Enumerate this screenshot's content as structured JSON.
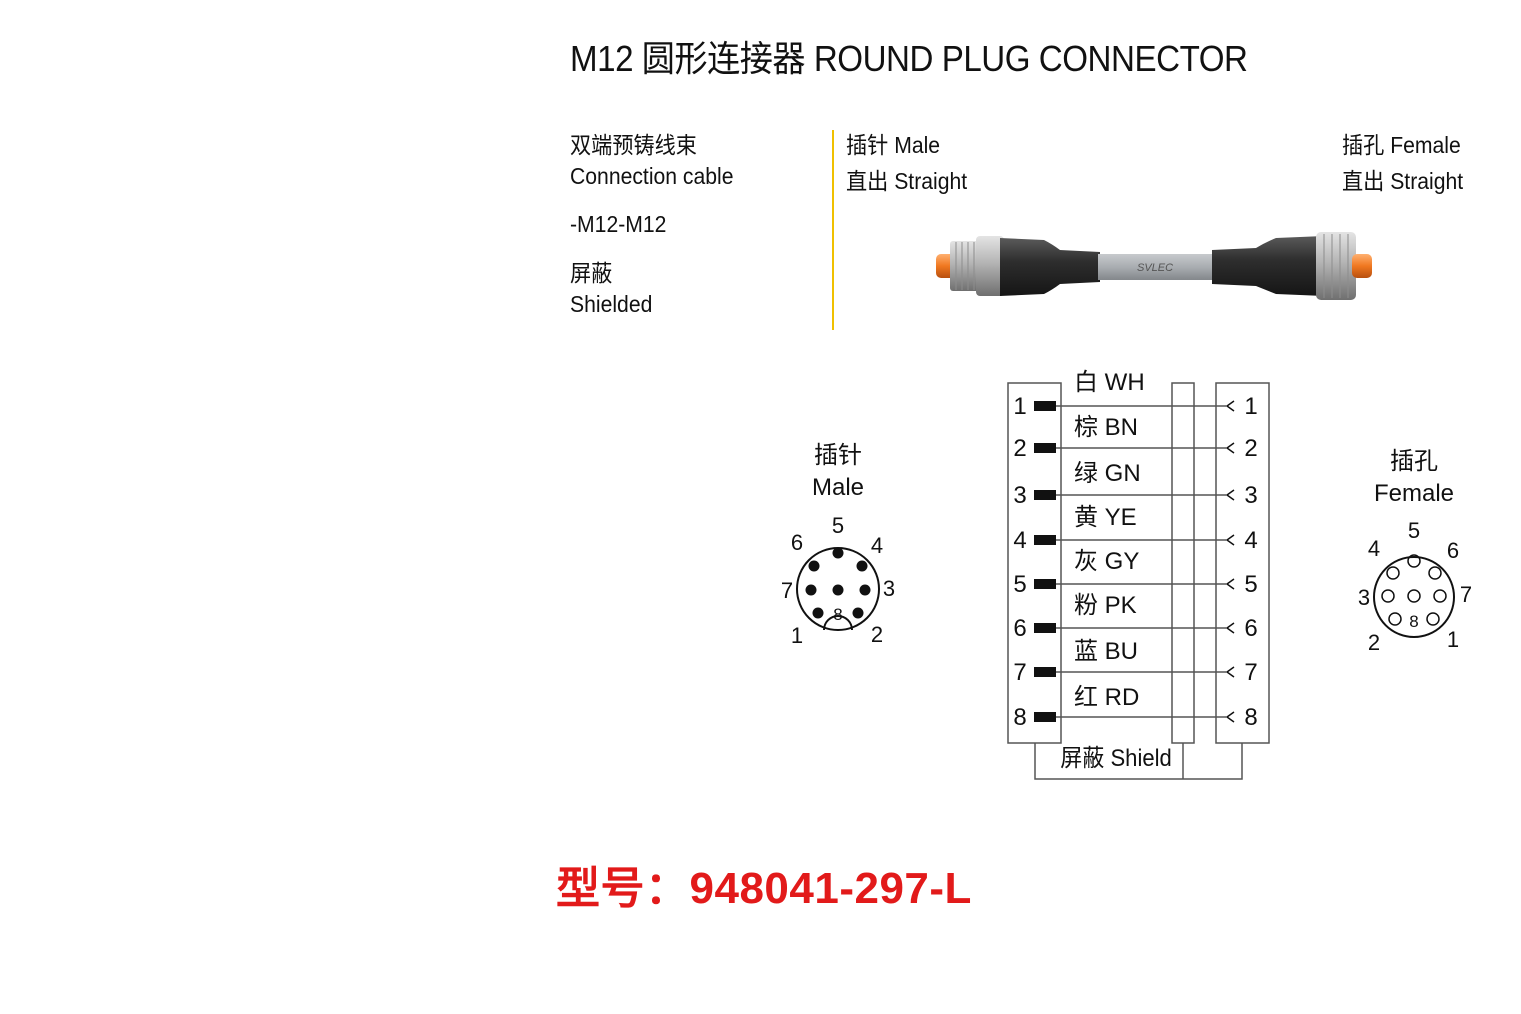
{
  "title": "M12 圆形连接器 ROUND PLUG CONNECTOR",
  "product": {
    "type_cn": "双端预铸线束",
    "type_en": "Connection cable",
    "code": "-M12-M12",
    "shield_cn": "屏蔽",
    "shield_en": "Shielded"
  },
  "male_end": {
    "line1": "插针 Male",
    "line2": "直出 Straight"
  },
  "female_end": {
    "line1": "插孔 Female",
    "line2": "直出 Straight"
  },
  "cable_brand": "SVLEC",
  "male_face": {
    "label_cn": "插针",
    "label_en": "Male",
    "pins": [
      "1",
      "2",
      "3",
      "4",
      "5",
      "6",
      "7",
      "8"
    ]
  },
  "female_face": {
    "label_cn": "插孔",
    "label_en": "Female",
    "pins": [
      "1",
      "2",
      "3",
      "4",
      "5",
      "6",
      "7",
      "8"
    ]
  },
  "wiring": [
    {
      "pin": "1",
      "color": "白 WH"
    },
    {
      "pin": "2",
      "color": "棕 BN"
    },
    {
      "pin": "3",
      "color": "绿 GN"
    },
    {
      "pin": "4",
      "color": "黄 YE"
    },
    {
      "pin": "5",
      "color": "灰 GY"
    },
    {
      "pin": "6",
      "color": "粉 PK"
    },
    {
      "pin": "7",
      "color": "蓝 BU"
    },
    {
      "pin": "8",
      "color": "红 RD"
    }
  ],
  "shield_label": "屏蔽 Shield",
  "model_number": "型号：948041-297-L",
  "colors": {
    "model": "#e21a1a",
    "divider": "#f0c000",
    "cable": "#a9adb1",
    "overmold": "#2e2e2e",
    "nut": "#b8b8b8",
    "tip": "#f07820"
  }
}
